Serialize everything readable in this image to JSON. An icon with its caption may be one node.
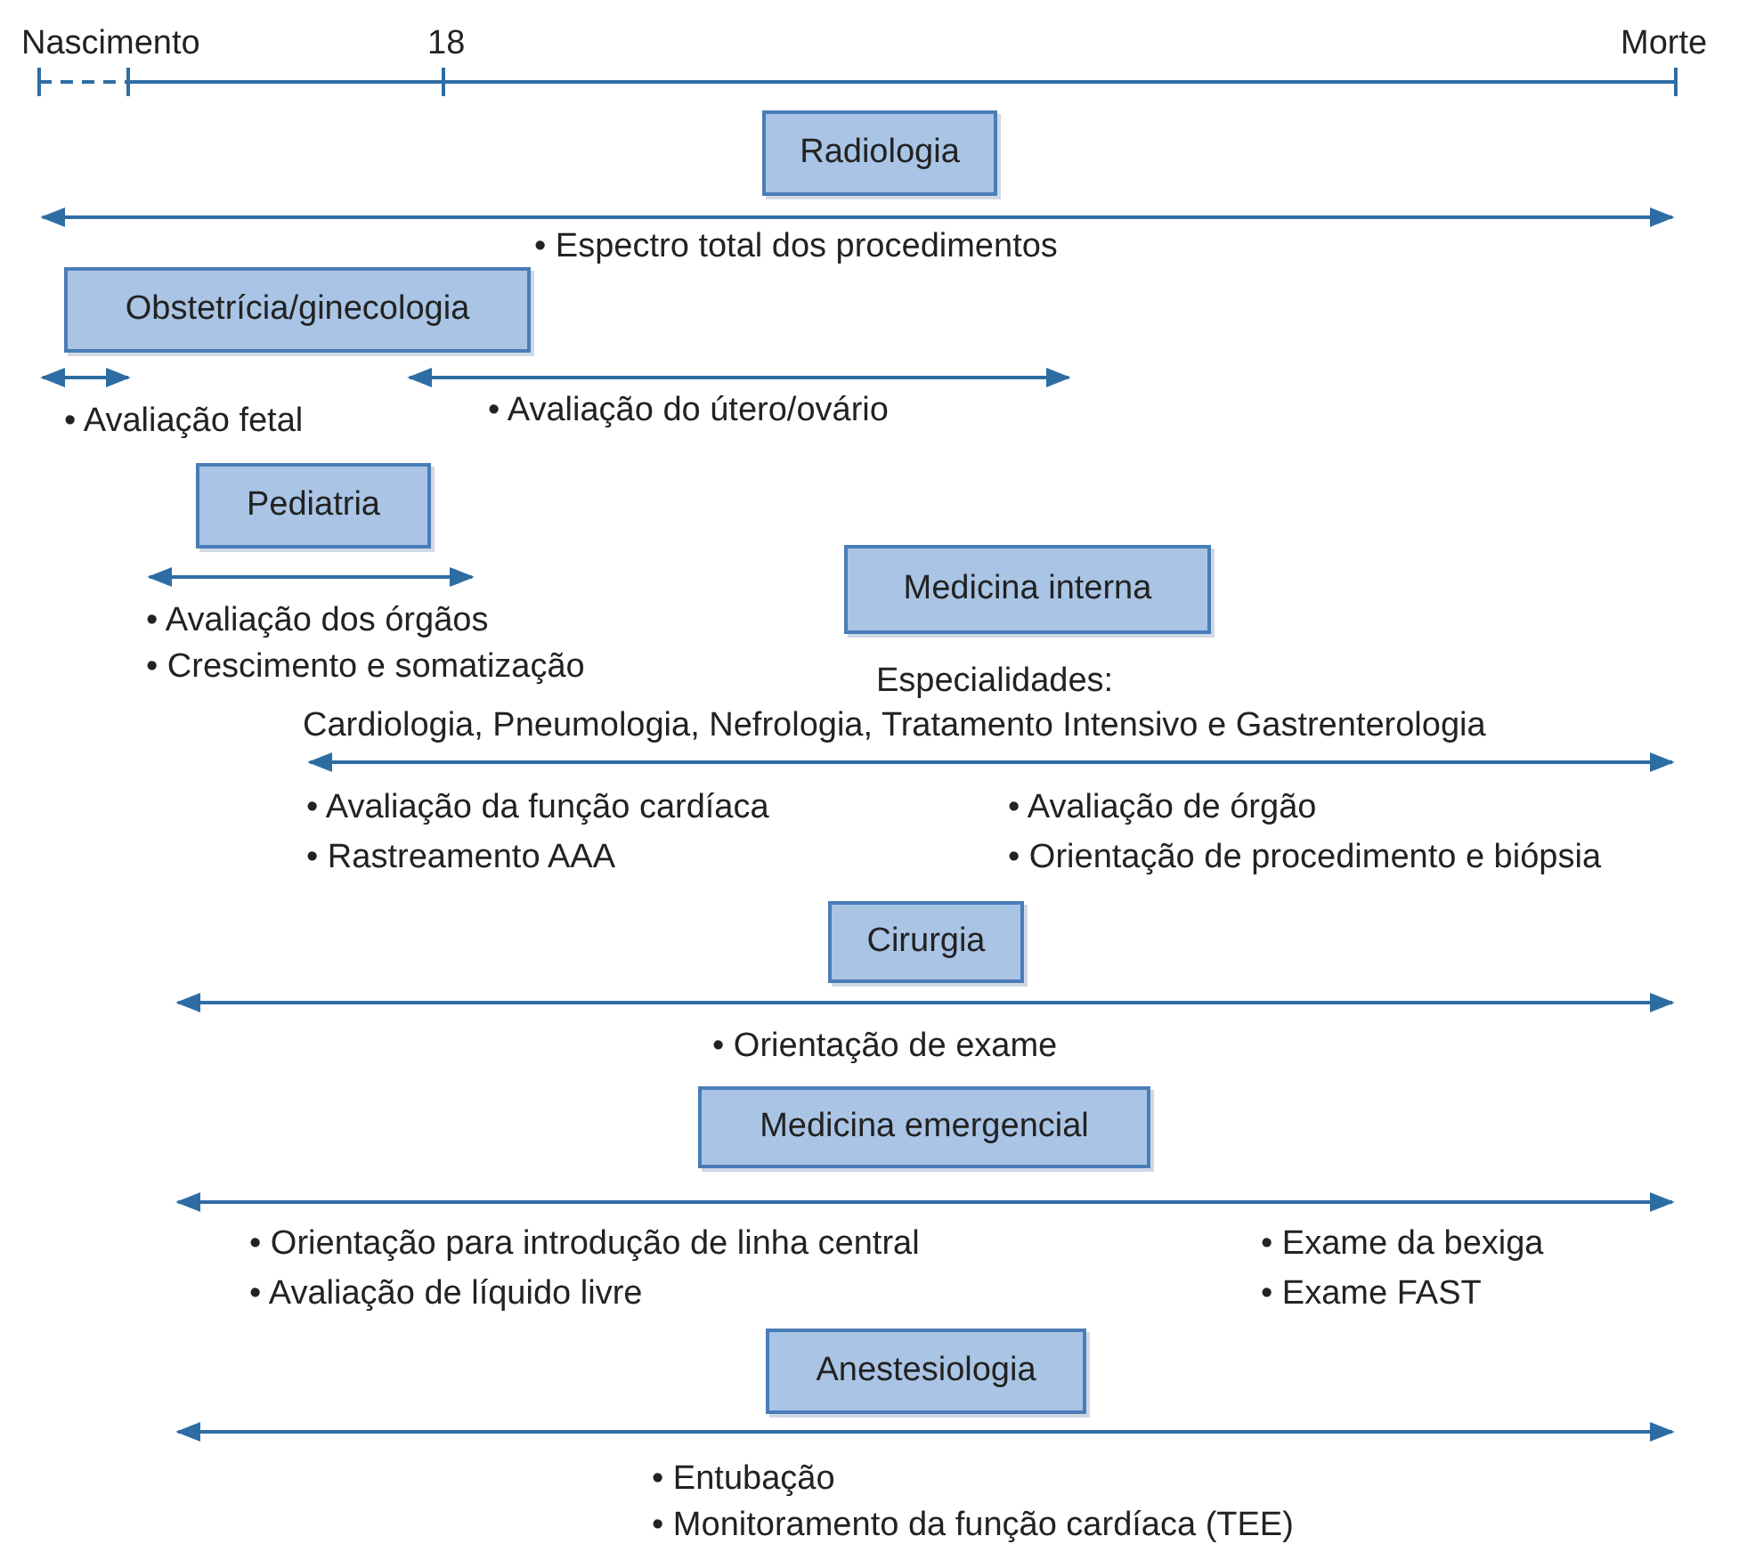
{
  "diagram": {
    "nodes": [
      {
        "text": [
          "Radiologia"
        ]
      },
      {
        "text": [
          "Obstetrícia/ginecologia"
        ],
        "beside": [
          "• Avaliação do útero/ovário"
        ]
      },
      {
        "text": [
          "Pediatria"
        ],
        "beside": [
          "• Avaliação dos órgãos",
          "• Crescimento e somatização"
        ]
      },
      {
        "text": [
          "Medicina interna"
        ],
        "beside": [
          "Especialidades:",
          "Cardiologia, Pneumologia, Nefrologia, Tratamento Intensivo e Gastrenterologia",
          "• Avaliação da função cardíaca",
          "• Rastreamento AAA",
          "• Avaliação de órgão",
          "• Orientação de procedimento e biópsia"
        ]
      },
      {
        "text": [
          "Cirurgia"
        ]
      },
      {
        "text": [
          "Medicina emergencial"
        ],
        "beside": [
          "• Orientação para introdução de linha central",
          "• Avaliação de líquido livre",
          "• Exame da bexiga",
          "• Exame FAST"
        ]
      },
      {
        "text": [
          "Anestesiologia"
        ],
        "beside": [
          "• Entubação",
          "• Monitoramento da função cardíaca (TEE)"
        ]
      }
    ],
    "labels": [
      "Nascimento",
      "18",
      "Morte",
      "• Espectro total dos procedimentos",
      "• Avaliação fetal",
      "• Orientação de exame"
    ]
  }
}
